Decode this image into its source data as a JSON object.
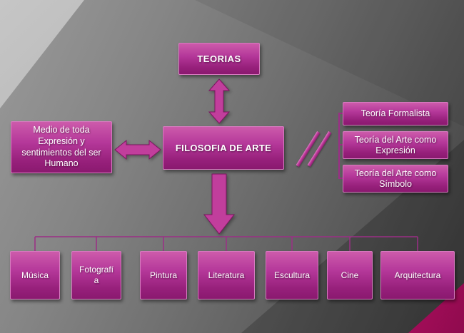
{
  "diagram": {
    "nodes": {
      "teorias": {
        "label": "TEORIAS"
      },
      "filosofia": {
        "label": "FILOSOFIA DE ARTE"
      },
      "medio": {
        "label": "Medio de toda Expresión y sentimientos del ser Humano"
      },
      "right": [
        {
          "label": "Teoría Formalista"
        },
        {
          "label": "Teoría del Arte como Expresión"
        },
        {
          "label": "Teoría del Arte como Símbolo"
        }
      ],
      "disciplines": [
        {
          "label": "Música"
        },
        {
          "label": "Fotografía"
        },
        {
          "label": "Pintura"
        },
        {
          "label": "Literatura"
        },
        {
          "label": "Escultura"
        },
        {
          "label": "Cine"
        },
        {
          "label": "Arquitectura"
        }
      ]
    },
    "colors": {
      "node_top": "#cd5bab",
      "node_bottom": "#8a196f",
      "arrow": "#c13e9c",
      "connector": "#9b2e86",
      "corner_triangle": "#ee0f80",
      "bg_light": "#9a9a9a",
      "bg_dark": "#3f3f3f"
    }
  }
}
